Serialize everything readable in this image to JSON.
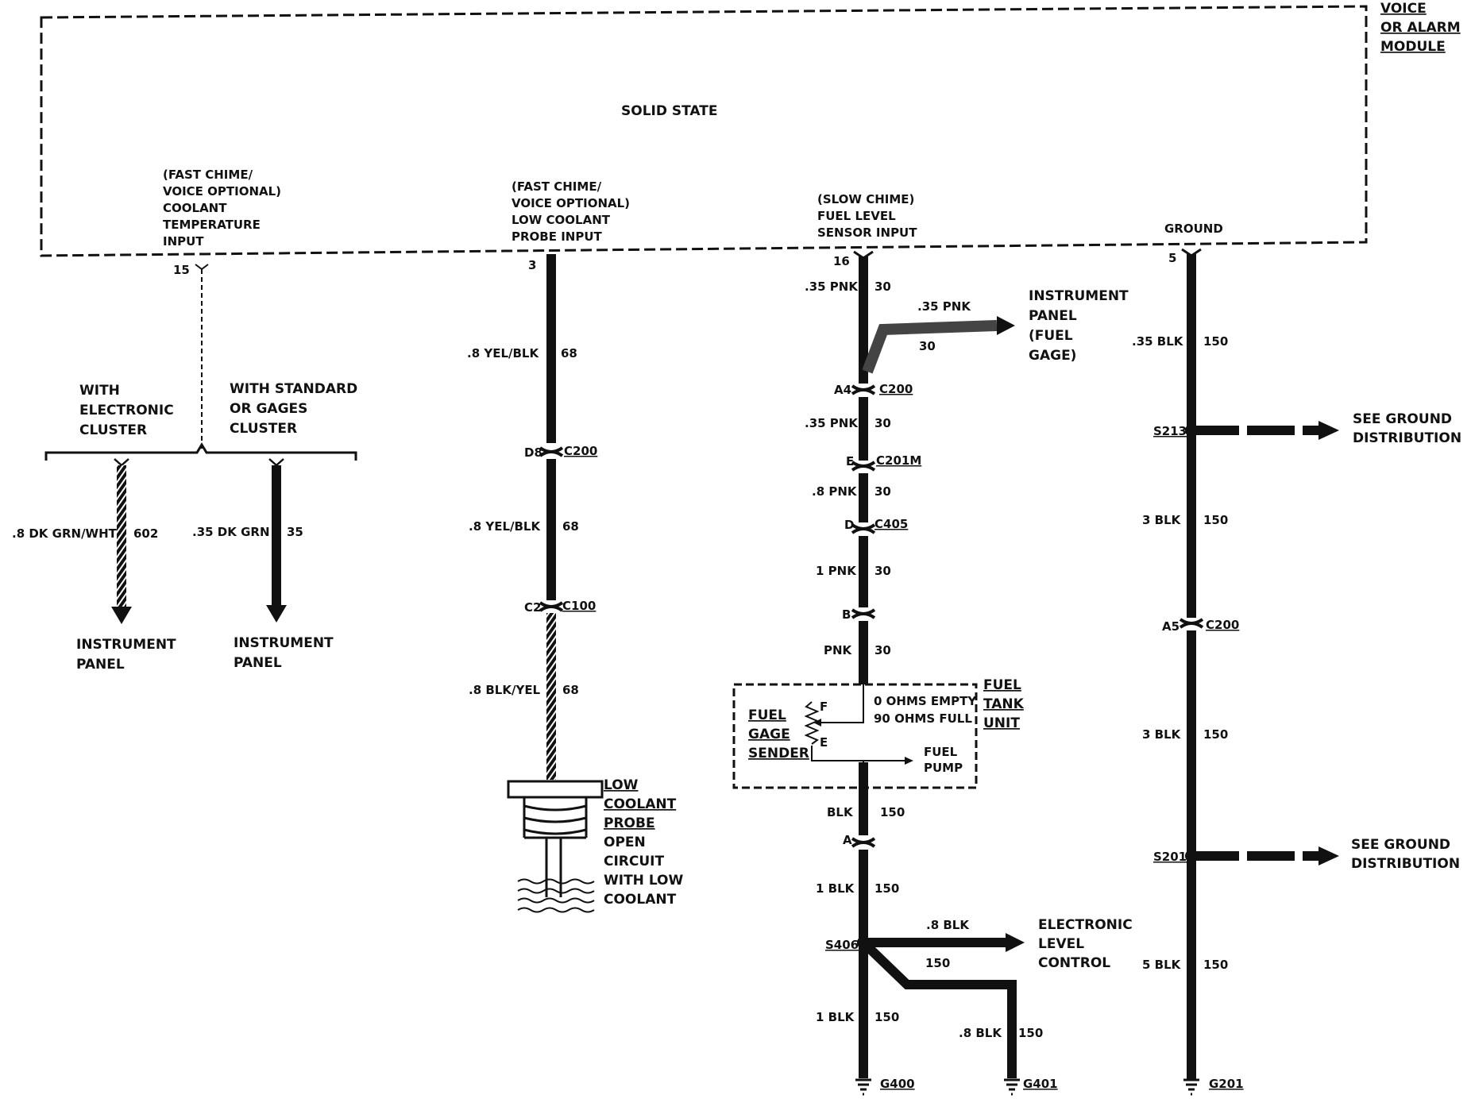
{
  "module": {
    "title_lines": [
      "VOICE",
      "OR ALARM",
      "MODULE"
    ],
    "internal": "SOLID STATE"
  },
  "inputs": {
    "coolant_temp": [
      "(FAST CHIME/",
      "VOICE OPTIONAL)",
      "COOLANT",
      "TEMPERATURE",
      "INPUT"
    ],
    "low_coolant": [
      "(FAST CHIME/",
      "VOICE OPTIONAL)",
      "LOW COOLANT",
      "PROBE INPUT"
    ],
    "fuel_level": [
      "(SLOW CHIME)",
      "FUEL LEVEL",
      "SENSOR INPUT"
    ],
    "ground": "GROUND"
  },
  "pins": {
    "p15": "15",
    "p3": "3",
    "p16": "16",
    "p5": "5"
  },
  "branch": {
    "electronic": [
      "WITH",
      "ELECTRONIC",
      "CLUSTER"
    ],
    "standard": [
      "WITH STANDARD",
      "OR GAGES",
      "CLUSTER"
    ],
    "wire1_label": ".8 DK GRN/WHT",
    "wire1_ckt": "602",
    "wire2_label": ".35 DK GRN",
    "wire2_ckt": "35",
    "dest1": [
      "INSTRUMENT",
      "PANEL"
    ],
    "dest2": [
      "INSTRUMENT",
      "PANEL"
    ]
  },
  "coolant_circuit": {
    "w1": ".8 YEL/BLK",
    "c1": "68",
    "conn1_pin": "D8",
    "conn1": "C200",
    "w2": ".8 YEL/BLK",
    "c2": "68",
    "conn2_pin": "C2",
    "conn2": "C100",
    "w3": ".8 BLK/YEL",
    "c3": "68",
    "probe": [
      "LOW",
      "COOLANT",
      "PROBE"
    ],
    "probe_note": [
      "OPEN",
      "CIRCUIT",
      "WITH LOW",
      "COOLANT"
    ]
  },
  "fuel_circuit": {
    "w1": ".35 PNK",
    "c1": "30",
    "tap_wire": ".35 PNK",
    "tap_ckt": "30",
    "tap_dest": [
      "INSTRUMENT",
      "PANEL",
      "(FUEL",
      "GAGE)"
    ],
    "conn1_pin": "A4",
    "conn1": "C200",
    "w2": ".35 PNK",
    "c2": "30",
    "conn2_pin": "E",
    "conn2": "C201M",
    "w3": ".8 PNK",
    "c3": "30",
    "conn3_pin": "D",
    "conn3": "C405",
    "w4": "1 PNK",
    "c4": "30",
    "conn4_pin": "B",
    "w5": "PNK",
    "c5": "30",
    "sender": [
      "FUEL",
      "GAGE",
      "SENDER"
    ],
    "tank_unit": [
      "FUEL",
      "TANK",
      "UNIT"
    ],
    "f": "F",
    "e": "E",
    "ohms": [
      "0 OHMS EMPTY",
      "90 OHMS FULL"
    ],
    "pump": [
      "FUEL",
      "PUMP"
    ],
    "w6": "BLK",
    "c6": "150",
    "conn5_pin": "A",
    "w7": "1 BLK",
    "c7": "150",
    "splice": "S406",
    "elc_wire": ".8 BLK",
    "elc_dest": [
      "ELECTRONIC",
      "LEVEL",
      "CONTROL"
    ],
    "elc_ckt": "150",
    "w8": "1 BLK",
    "c8": "150",
    "w9": ".8 BLK",
    "c9": "150",
    "g1": "G400",
    "g2": "G401"
  },
  "ground_circuit": {
    "w1": ".35 BLK",
    "c1": "150",
    "splice1": "S213",
    "see1": [
      "SEE GROUND",
      "DISTRIBUTION"
    ],
    "w2": "3 BLK",
    "c2": "150",
    "conn_pin": "A5",
    "conn": "C200",
    "w3": "3 BLK",
    "c3": "150",
    "splice2": "S201",
    "see2": [
      "SEE GROUND",
      "DISTRIBUTION"
    ],
    "w4": "5 BLK",
    "c4": "150",
    "g": "G201"
  }
}
